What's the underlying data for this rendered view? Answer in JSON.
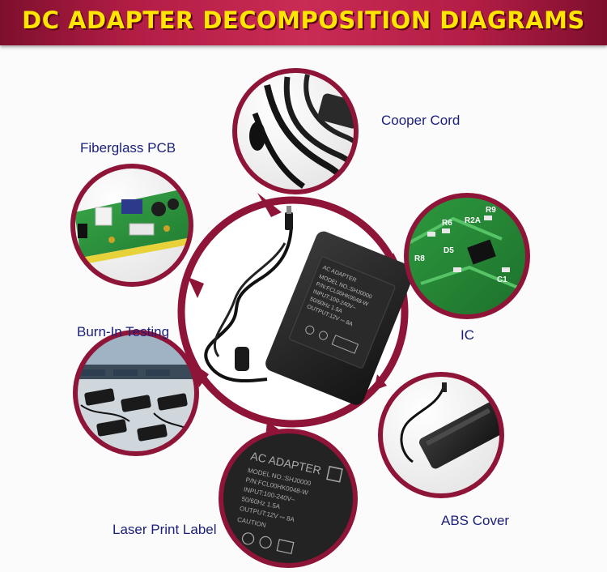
{
  "banner": {
    "title": "DC ADAPTER DECOMPOSITION DIAGRAMS"
  },
  "labels": {
    "cooper_cord": "Cooper Cord",
    "fiberglass_pcb": "Fiberglass PCB",
    "ic": "IC",
    "burn_in_testing": "Burn-In Testing",
    "abs_cover": "ABS Cover",
    "laser_print_label": "Laser Print Label"
  },
  "adapter_label": {
    "brand": "AC ADAPTER",
    "lines": [
      "MODEL NO.:SHJ0000",
      "P/N:FCL00HK0048-W",
      "INPUT:100-240V~",
      "50/60Hz 1.5A",
      "OUTPUT:12V ⎓ 8A",
      "CAUTION"
    ],
    "pcb_markings": [
      "R9",
      "R2A",
      "R6",
      "R8",
      "D5",
      "C1"
    ]
  },
  "colors": {
    "ring": "#8e1538",
    "banner": "#b31d45",
    "title": "#ffe600",
    "label_text": "#1a1f7a"
  },
  "icons": [
    "adapter-icon",
    "cord-icon",
    "pcb-icon",
    "chip-icon",
    "testing-rack-icon",
    "label-icon"
  ]
}
